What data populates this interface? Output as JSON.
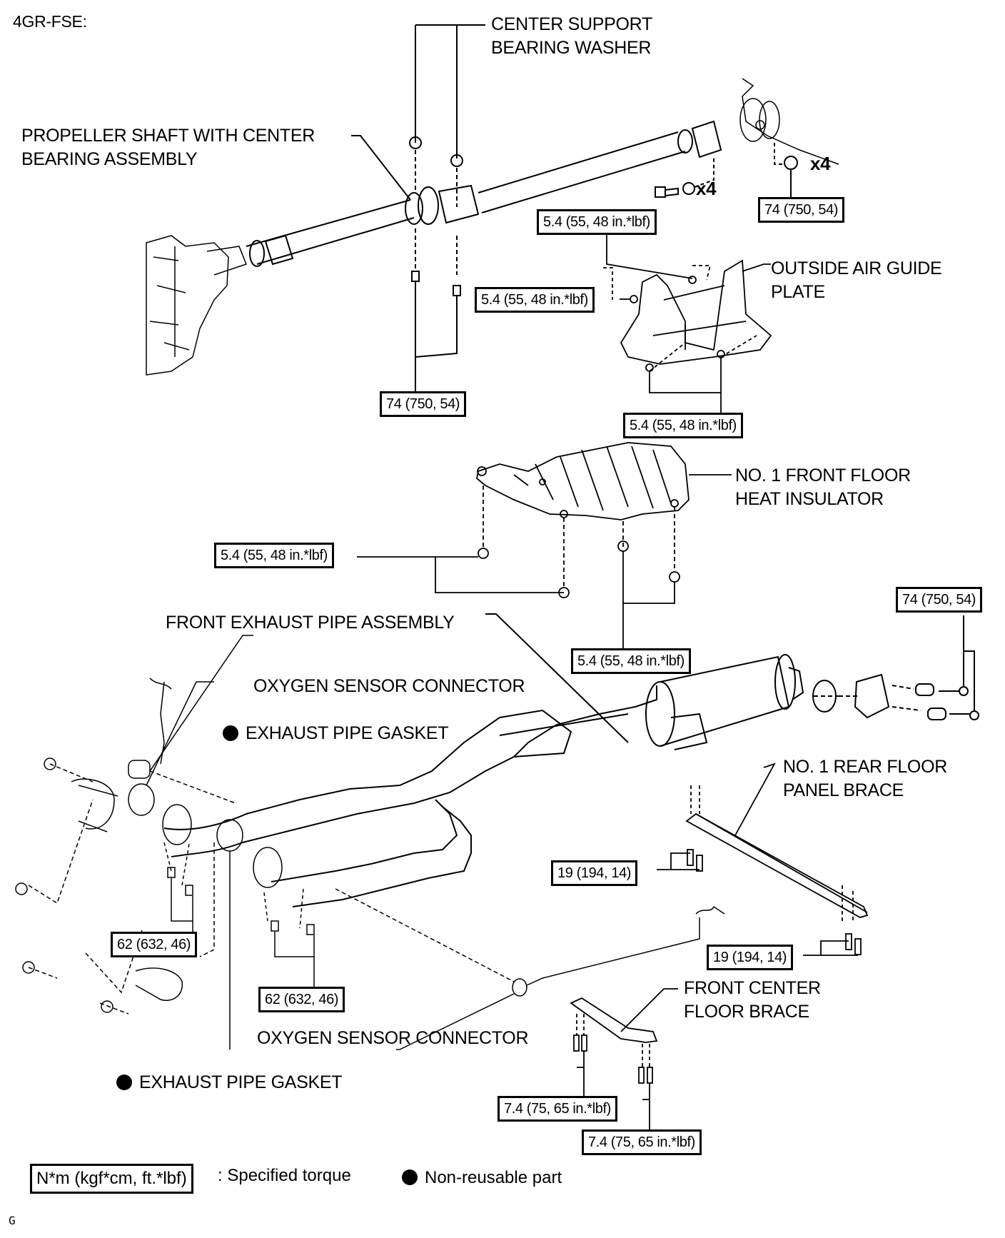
{
  "diagram": {
    "engine_label": "4GR-FSE:",
    "footer_code": "G",
    "parts": {
      "center_support_bearing_washer": [
        "CENTER SUPPORT",
        "BEARING WASHER"
      ],
      "propeller_shaft": [
        "PROPELLER SHAFT WITH CENTER",
        "BEARING ASSEMBLY"
      ],
      "outside_air_guide_plate": [
        "OUTSIDE AIR GUIDE",
        "PLATE"
      ],
      "front_floor_heat_insulator": [
        "NO. 1 FRONT FLOOR",
        "HEAT INSULATOR"
      ],
      "front_exhaust_pipe_assembly": "FRONT EXHAUST PIPE ASSEMBLY",
      "oxygen_sensor_connector_1": "OXYGEN SENSOR CONNECTOR",
      "exhaust_pipe_gasket_1": "EXHAUST PIPE GASKET",
      "rear_floor_panel_brace": [
        "NO. 1 REAR FLOOR",
        "PANEL BRACE"
      ],
      "front_center_floor_brace": [
        "FRONT CENTER",
        "FLOOR BRACE"
      ],
      "oxygen_sensor_connector_2": "OXYGEN SENSOR CONNECTOR",
      "exhaust_pipe_gasket_2": "EXHAUST PIPE GASKET"
    },
    "quantities": {
      "flange_bolts": "x4",
      "flange_nuts": "x4"
    },
    "torques": {
      "flange_nuts": "74 (750, 54)",
      "center_bearing_bolts": "74 (750, 54)",
      "air_guide_top": "5.4 (55, 48 in.*lbf)",
      "air_guide_left": "5.4 (55, 48 in.*lbf)",
      "air_guide_bottom": "5.4 (55, 48 in.*lbf)",
      "insulator_left": "5.4 (55, 48 in.*lbf)",
      "insulator_right": "5.4 (55, 48 in.*lbf)",
      "rear_flange_bolts": "74 (750, 54)",
      "rear_brace_left": "19 (194, 14)",
      "rear_brace_right": "19 (194, 14)",
      "front_pipe_left": "62 (632, 46)",
      "front_pipe_right": "62 (632, 46)",
      "center_brace_left": "7.4 (75, 65 in.*lbf)",
      "center_brace_right": "7.4 (75, 65 in.*lbf)"
    },
    "legend": {
      "torque_unit": "N*m (kgf*cm, ft.*lbf)",
      "torque_desc": ": Specified torque",
      "non_reusable": "Non-reusable part"
    }
  }
}
